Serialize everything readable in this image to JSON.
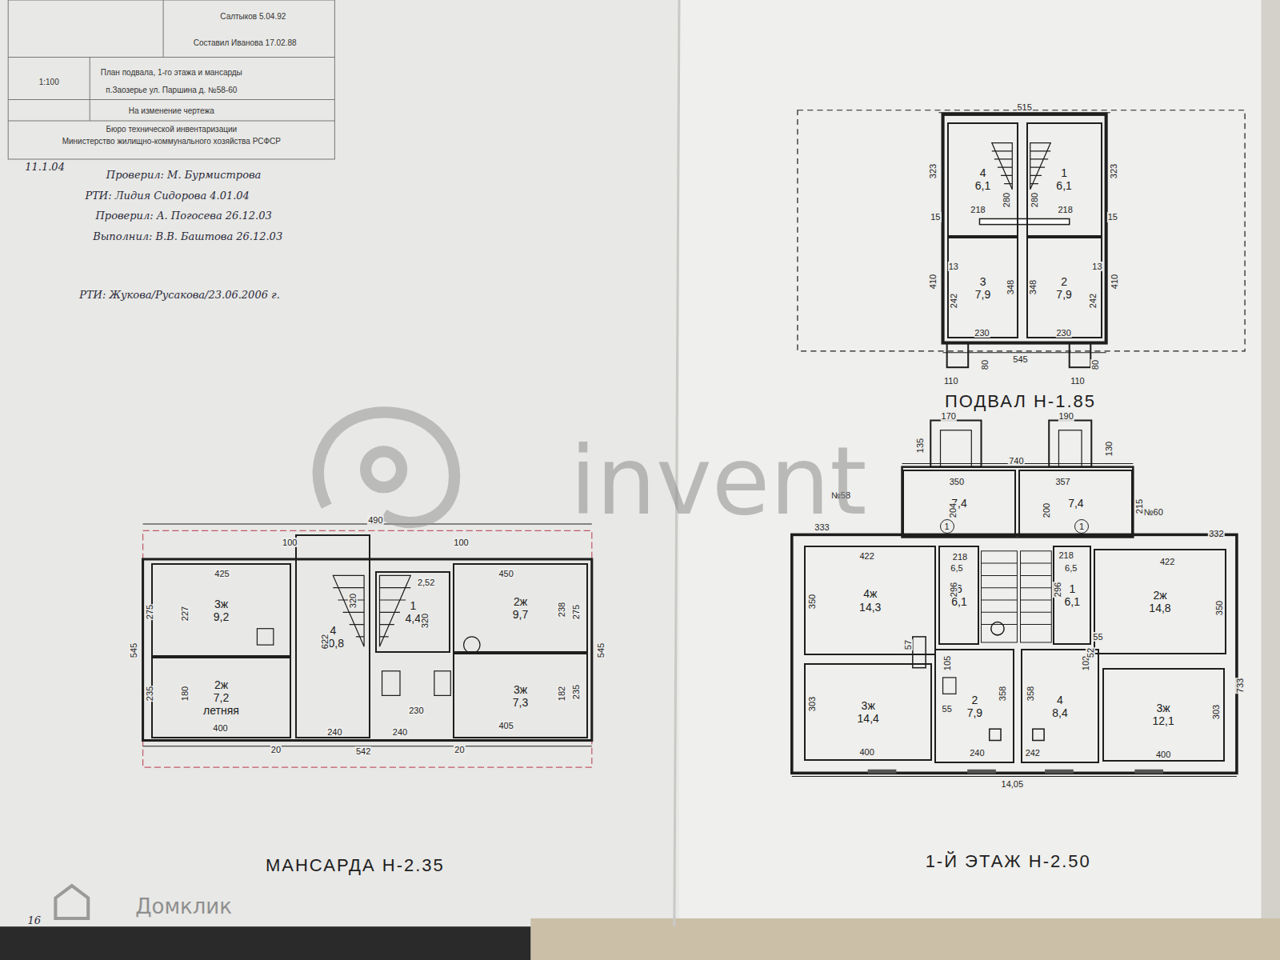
{
  "diagram": {
    "nodes": [
      {
        "text": [
          "4",
          "6,1"
        ]
      },
      {
        "text": [
          "1",
          "6,1"
        ]
      },
      {
        "text": [
          "3",
          "7,9"
        ]
      },
      {
        "text": [
          "2",
          "7,9"
        ]
      },
      {
        "text": [
          "7,4"
        ]
      },
      {
        "text": [
          "7,4"
        ]
      },
      {
        "text": [
          "4ж",
          "14,3"
        ]
      },
      {
        "text": [
          "6",
          "6,1"
        ]
      },
      {
        "text": [
          "1",
          "6,1"
        ]
      },
      {
        "text": [
          "2ж",
          "14,8"
        ]
      },
      {
        "text": [
          "3ж",
          "14,4"
        ]
      },
      {
        "text": [
          "2",
          "7,9"
        ]
      },
      {
        "text": [
          "4",
          "8,4"
        ]
      },
      {
        "text": [
          "3ж",
          "12,1"
        ]
      },
      {
        "text": [
          "3ж",
          "9,2"
        ]
      },
      {
        "text": [
          "2ж",
          "7,2",
          "летняя"
        ]
      },
      {
        "text": [
          "4",
          "10,8"
        ]
      },
      {
        "text": [
          "1",
          "4,4"
        ]
      },
      {
        "text": [
          "2ж",
          "9,7"
        ]
      },
      {
        "text": [
          "3ж",
          "7,3"
        ]
      }
    ],
    "labels": [
      "ПОДВАЛ Н-1.85",
      "1-Й ЭТАЖ Н-2.50",
      "МАНСАРДА Н-2.35",
      "515",
      "323",
      "323",
      "15",
      "15",
      "410",
      "410",
      "13",
      "13",
      "280",
      "280",
      "218",
      "218",
      "348",
      "348",
      "242",
      "242",
      "230",
      "230",
      "545",
      "80",
      "80",
      "110",
      "110",
      "№58",
      "№60",
      "170",
      "190",
      "135",
      "130",
      "740",
      "350",
      "357",
      "204",
      "200",
      "215",
      "333",
      "332",
      "422",
      "422",
      "350",
      "350",
      "303",
      "303",
      "400",
      "400",
      "240",
      "242",
      "358",
      "358",
      "296",
      "296",
      "733",
      "14,05",
      "218",
      "218",
      "6,5",
      "6,5",
      "105",
      "102",
      "55",
      "55",
      "57",
      "52",
      "1",
      "1",
      "490",
      "100",
      "100",
      "425",
      "450",
      "275",
      "275",
      "545",
      "545",
      "227",
      "238",
      "235",
      "235",
      "180",
      "182",
      "400",
      "405",
      "320",
      "320",
      "622",
      "542",
      "20",
      "20",
      "240",
      "240",
      "230",
      "2,52",
      "Министерство жилищно-коммунального хозяйства РСФСР",
      "Бюро технической инвентаризации",
      "На изменение чертежа",
      "п.Заозерье ул. Паршина д. №58-60",
      "План подвала, 1-го этажа и мансарды",
      "1:100",
      "Составил Иванова 17.02.88",
      "Салтыков 5.04.92",
      "Выполнил: В.В. Баштова 26.12.03",
      "Проверил: А. Погосева 26.12.03",
      "РТИ: Лидия Сидорова 4.01.04",
      "Проверил: М. Бурмистрова",
      "11.1.04",
      "РТИ: Жукова/Русакова/23.06.2006 г.",
      "16",
      "invent",
      "Домклик"
    ]
  }
}
